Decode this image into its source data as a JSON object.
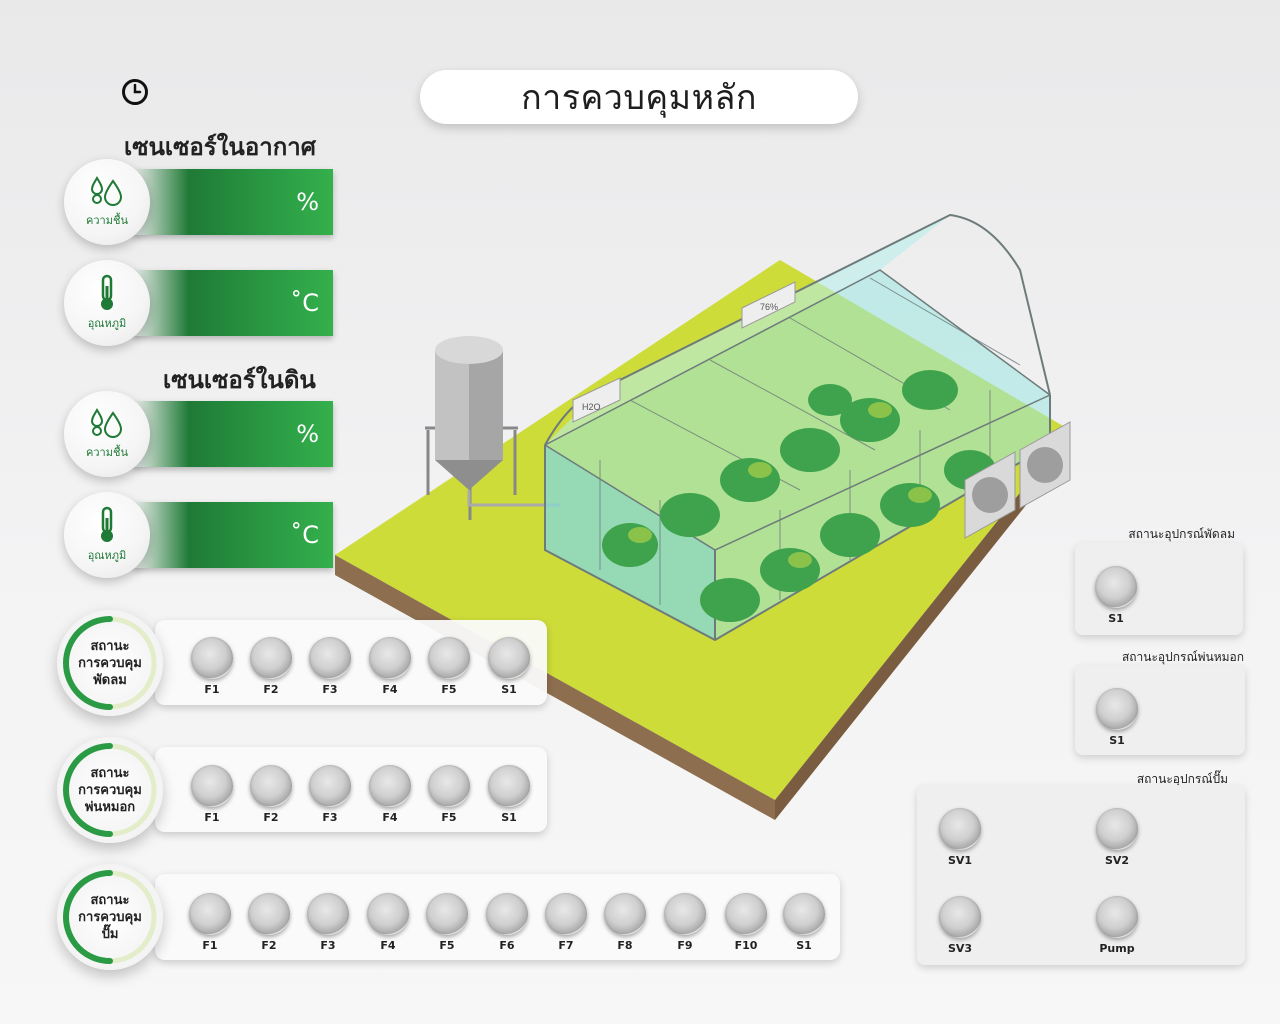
{
  "title": "การควบคุมหลัก",
  "air_sensors": {
    "heading": "เซนเซอร์ในอากาศ",
    "humidity": {
      "label": "ความชื้น",
      "unit": "%"
    },
    "temperature": {
      "label": "อุณหภูมิ",
      "unit": "˚C"
    }
  },
  "soil_sensors": {
    "heading": "เซนเซอร์ในดิน",
    "humidity": {
      "label": "ความชื้น",
      "unit": "%"
    },
    "temperature": {
      "label": "อุณหภูมิ",
      "unit": "˚C"
    }
  },
  "fan_control": {
    "line1": "สถานะ",
    "line2": "การควบคุม",
    "line3": "พัดลม",
    "buttons": [
      "F1",
      "F2",
      "F3",
      "F4",
      "F5",
      "S1"
    ]
  },
  "mist_control": {
    "line1": "สถานะ",
    "line2": "การควบคุม",
    "line3": "พ่นหมอก",
    "buttons": [
      "F1",
      "F2",
      "F3",
      "F4",
      "F5",
      "S1"
    ]
  },
  "pump_control": {
    "line1": "สถานะ",
    "line2": "การควบคุม",
    "line3": "ปั๊ม",
    "buttons": [
      "F1",
      "F2",
      "F3",
      "F4",
      "F5",
      "F6",
      "F7",
      "F8",
      "F9",
      "F10",
      "S1"
    ]
  },
  "fan_device": {
    "title": "สถานะอุปกรณ์พัดลม",
    "buttons": [
      "S1"
    ]
  },
  "mist_device": {
    "title": "สถานะอุปกรณ์พ่นหมอก",
    "buttons": [
      "S1"
    ]
  },
  "pump_device": {
    "title": "สถานะอุปกรณ์ปั๊ม",
    "buttons": [
      "SV1",
      "SV2",
      "SV3",
      "Pump"
    ]
  },
  "greenhouse": {
    "sign_h2o": "H2O",
    "sign_humidity": "76%"
  },
  "colors": {
    "accent": "#2a9b44",
    "dark_green": "#1f7a36",
    "ground": "#cddc39"
  }
}
